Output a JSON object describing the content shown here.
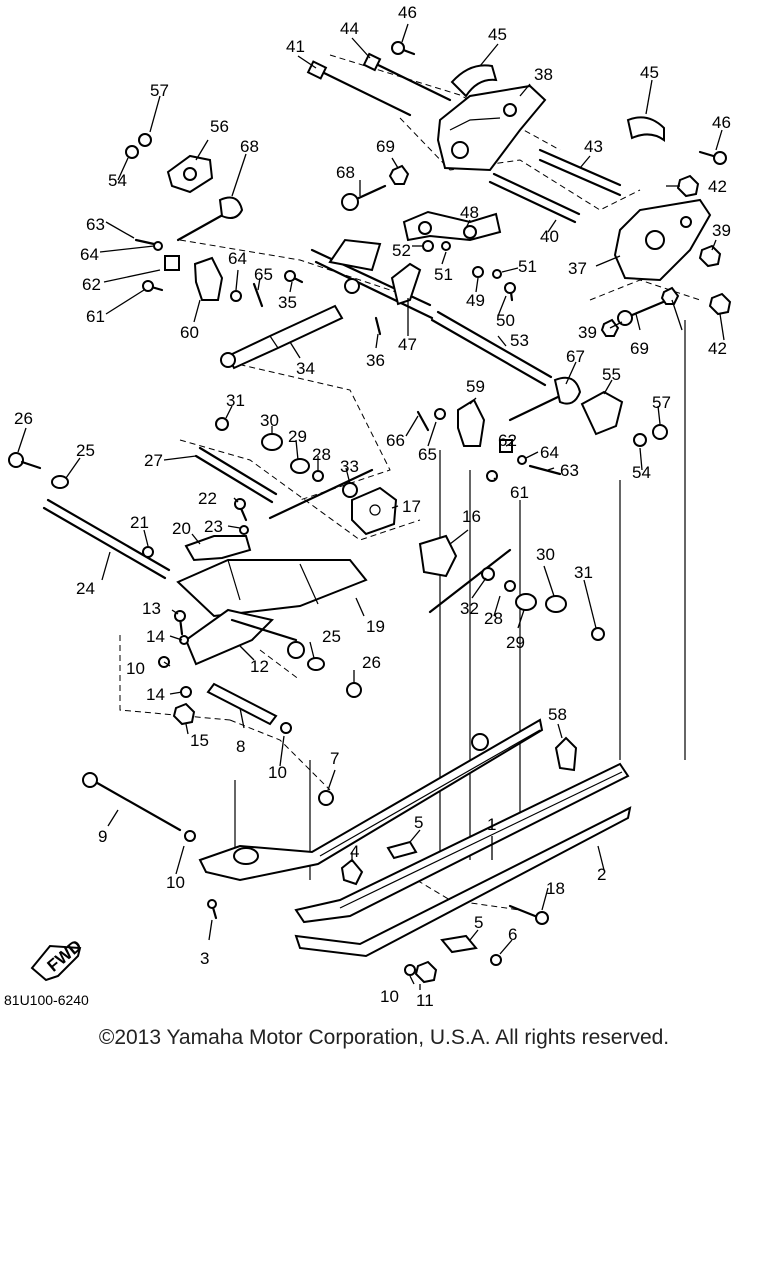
{
  "diagram": {
    "figure_code": "81U100-6240",
    "fwd_label": "FWD",
    "callouts": [
      "1",
      "2",
      "3",
      "4",
      "5",
      "5",
      "6",
      "7",
      "8",
      "9",
      "10",
      "10",
      "10",
      "10",
      "11",
      "12",
      "13",
      "14",
      "14",
      "15",
      "16",
      "17",
      "18",
      "19",
      "20",
      "21",
      "22",
      "23",
      "24",
      "25",
      "25",
      "26",
      "26",
      "27",
      "28",
      "28",
      "29",
      "29",
      "30",
      "30",
      "31",
      "31",
      "32",
      "33",
      "34",
      "35",
      "36",
      "37",
      "38",
      "39",
      "39",
      "40",
      "41",
      "42",
      "42",
      "43",
      "44",
      "45",
      "45",
      "46",
      "46",
      "47",
      "48",
      "49",
      "50",
      "51",
      "51",
      "52",
      "53",
      "54",
      "54",
      "55",
      "56",
      "57",
      "57",
      "58",
      "59",
      "60",
      "61",
      "61",
      "62",
      "62",
      "63",
      "63",
      "64",
      "64",
      "64",
      "65",
      "65",
      "66",
      "67",
      "68",
      "68",
      "69",
      "69"
    ]
  },
  "copyright": "©2013 Yamaha Motor Corporation, U.S.A. All rights reserved."
}
